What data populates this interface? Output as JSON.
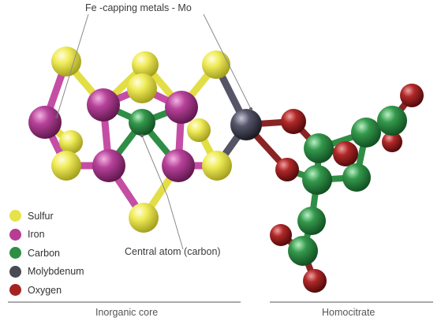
{
  "title": "Fe -capping metals - Mo",
  "central_label": "Central atom (carbon)",
  "legend": [
    {
      "label": "Sulfur",
      "color": "#e6e24a"
    },
    {
      "label": "Iron",
      "color": "#b63c94"
    },
    {
      "label": "Carbon",
      "color": "#2f8e45"
    },
    {
      "label": "Molybdenum",
      "color": "#4a4a55"
    },
    {
      "label": "Oxygen",
      "color": "#a52222"
    }
  ],
  "sections": {
    "left": "Inorganic core",
    "right": "Homocitrate"
  }
}
